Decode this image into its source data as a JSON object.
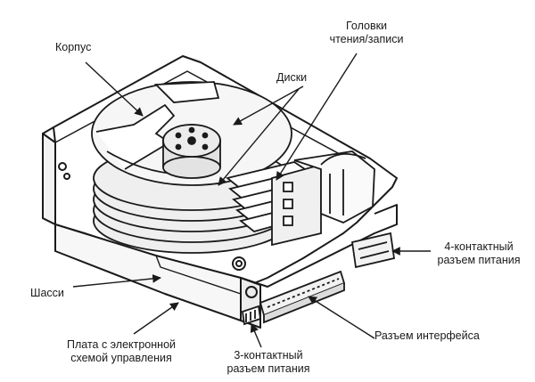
{
  "diagram": {
    "labels": {
      "korpus": "Корпус",
      "heads_line1": "Головки",
      "heads_line2": "чтения/записи",
      "disks": "Диски",
      "power4_line1": "4-контактный",
      "power4_line2": "разъем питания",
      "chassis": "Шасси",
      "board_line1": "Плата с электронной",
      "board_line2": "схемой управления",
      "power3_line1": "3-контактный",
      "power3_line2": "разъем питания",
      "interface": "Разъем интерфейса"
    },
    "colors": {
      "ink": "#1a1a1a",
      "paper": "#ffffff",
      "shade": "#d9d9d9",
      "platter": "#efefef"
    }
  }
}
